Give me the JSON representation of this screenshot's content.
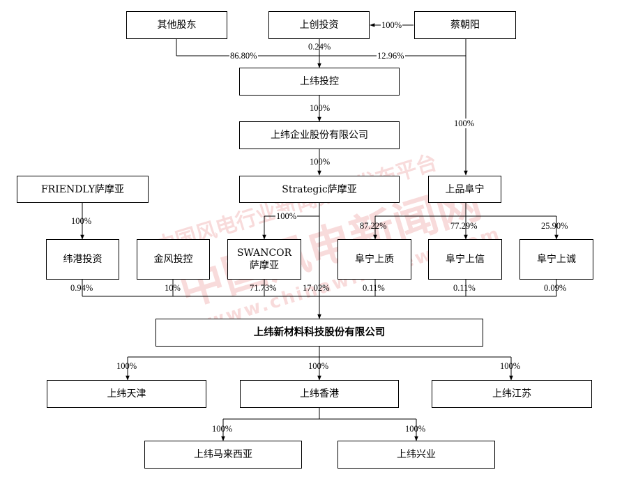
{
  "boxes": {
    "other_shareholders": "其他股东",
    "shangchuang": "上创投资",
    "cai": "蔡朝阳",
    "shangwei_invest": "上纬投控",
    "shangwei_enterprise": "上纬企业股份有限公司",
    "strategic": "Strategic萨摩亚",
    "shangpin": "上品阜宁",
    "friendly": "FRIENDLY萨摩亚",
    "weigang": "纬港投资",
    "jinfeng": "金风投控",
    "swancor": "SWANCOR萨摩亚",
    "funing_zhi": "阜宁上质",
    "funing_xin": "阜宁上信",
    "funing_cheng": "阜宁上诚",
    "main_company": "上纬新材料科技股份有限公司",
    "tianjin": "上纬天津",
    "hongkong": "上纬香港",
    "jiangsu": "上纬江苏",
    "malaysia": "上纬马来西亚",
    "xingye": "上纬兴业"
  },
  "percents": {
    "cai_to_shangchuang": "100%",
    "other_to_invest": "86.80%",
    "shangchuang_to_invest": "0.24%",
    "cai_to_invest": "12.96%",
    "invest_to_enterprise": "100%",
    "enterprise_to_strategic": "100%",
    "cai_to_shangpin": "100%",
    "friendly_to_weigang": "100%",
    "strategic_to_swancor": "100%",
    "shangpin_to_zhi": "87.22%",
    "shangpin_to_xin": "77.29%",
    "shangpin_to_cheng": "25.90%",
    "weigang_share": "0.94%",
    "jinfeng_share": "10%",
    "swancor_share": "71.73%",
    "strategic_share": "17.02%",
    "zhi_share": "0.11%",
    "xin_share": "0.11%",
    "cheng_share": "0.09%",
    "main_to_tianjin": "100%",
    "main_to_hongkong": "100%",
    "main_to_jiangsu": "100%",
    "hk_to_malaysia": "100%",
    "hk_to_xingye": "100%"
  },
  "watermark": {
    "line1": "中国风电行业新闻第一发布平台",
    "line2": "中国风电新闻网",
    "line3": "www.chinawindnews.com",
    "color": "#e06060"
  }
}
